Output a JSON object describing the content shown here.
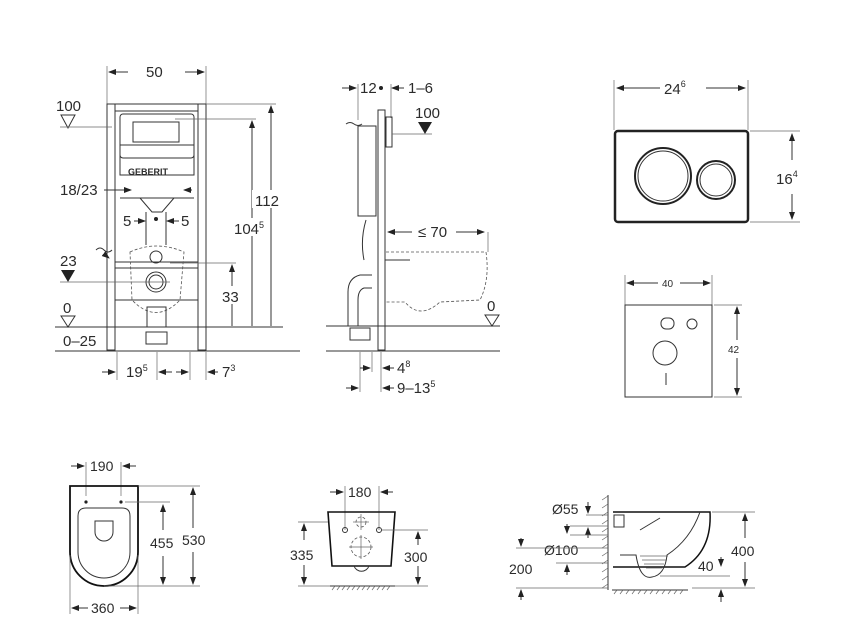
{
  "frame_front": {
    "brand_logo": "GEBERIT",
    "width": "50",
    "level_top": "100",
    "spacing": "18/23",
    "offset_left": "5",
    "offset_right": "5",
    "level_connection": "23",
    "level_zero": "0",
    "floor_range": "0–25",
    "height_total": "112",
    "height_actuator": {
      "base": "104",
      "sup": "5"
    },
    "height_outlet": "33",
    "foot_left": {
      "base": "19",
      "sup": "5"
    },
    "foot_right": {
      "base": "7",
      "sup": "3"
    }
  },
  "frame_side": {
    "depth_top": "12",
    "wall_range": "1–6",
    "level_top": "100",
    "bowl_projection": "≤ 70",
    "level_zero": "0",
    "offset_a": {
      "base": "4",
      "sup": "8"
    },
    "offset_b": {
      "base": "9–13",
      "sup": "5"
    }
  },
  "flush_plate": {
    "width": {
      "base": "24",
      "sup": "6"
    },
    "height": {
      "base": "16",
      "sup": "4"
    }
  },
  "wall_panel": {
    "width": "40",
    "height": "42"
  },
  "toilet_top": {
    "hole_spacing": "190",
    "hole_to_front": "455",
    "length": "530",
    "width": "360"
  },
  "toilet_back": {
    "hole_spacing": "180",
    "height_holes": "335",
    "height_outlet": "300"
  },
  "toilet_side": {
    "inlet_diameter": "Ø55",
    "outlet_diameter": "Ø100",
    "outlet_height": "200",
    "height": "400",
    "water_depth": "40"
  }
}
